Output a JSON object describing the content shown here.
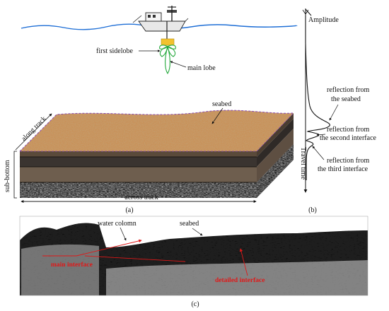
{
  "panel_a": {
    "first_sidelobe": "first sidelobe",
    "main_lobe": "main lobe",
    "seabed": "seabed",
    "along_track": "along track",
    "across_track": "across track",
    "sub_bottom": "sub-bottom",
    "caption": "(a)"
  },
  "panel_b": {
    "amplitude": "Amplitude",
    "travel_time": "Travel time",
    "reflection_seabed_1": "reflection from",
    "reflection_seabed_2": "the seabed",
    "reflection_second_1": "reflection from",
    "reflection_second_2": "the second interface",
    "reflection_third_1": "reflection from",
    "reflection_third_2": "the third interface",
    "caption": "(b)"
  },
  "panel_c": {
    "water_column": "water colomn",
    "seabed": "seabed",
    "main_interface": "main interface",
    "detailed_interface": "detailed interface",
    "caption": "(c)"
  },
  "colors": {
    "water_line": "#1f6fd6",
    "lobe": "#22a83a",
    "transducer": "#f2c230",
    "seabed_top": "#c98f55",
    "seabed_outline": "#8a4bb3",
    "annotation_red": "#e01818"
  }
}
